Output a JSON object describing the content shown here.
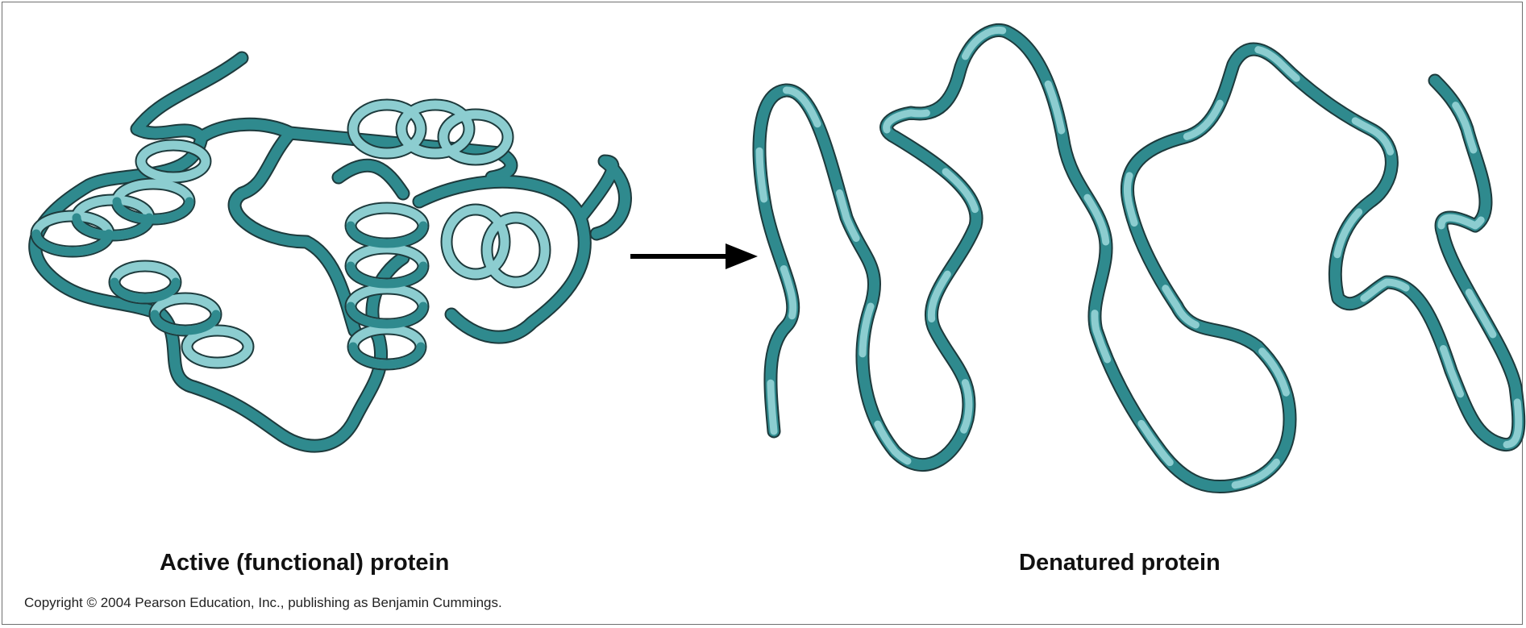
{
  "captions": {
    "active": "Active (functional) protein",
    "denatured": "Denatured protein"
  },
  "copyright": "Copyright © 2004 Pearson Education, Inc., publishing as Benjamin Cummings.",
  "colors": {
    "ribbon_dark": "#2f8a8e",
    "ribbon_light": "#8ccdd0",
    "outline": "#1d3a3c",
    "arrow": "#000000"
  }
}
